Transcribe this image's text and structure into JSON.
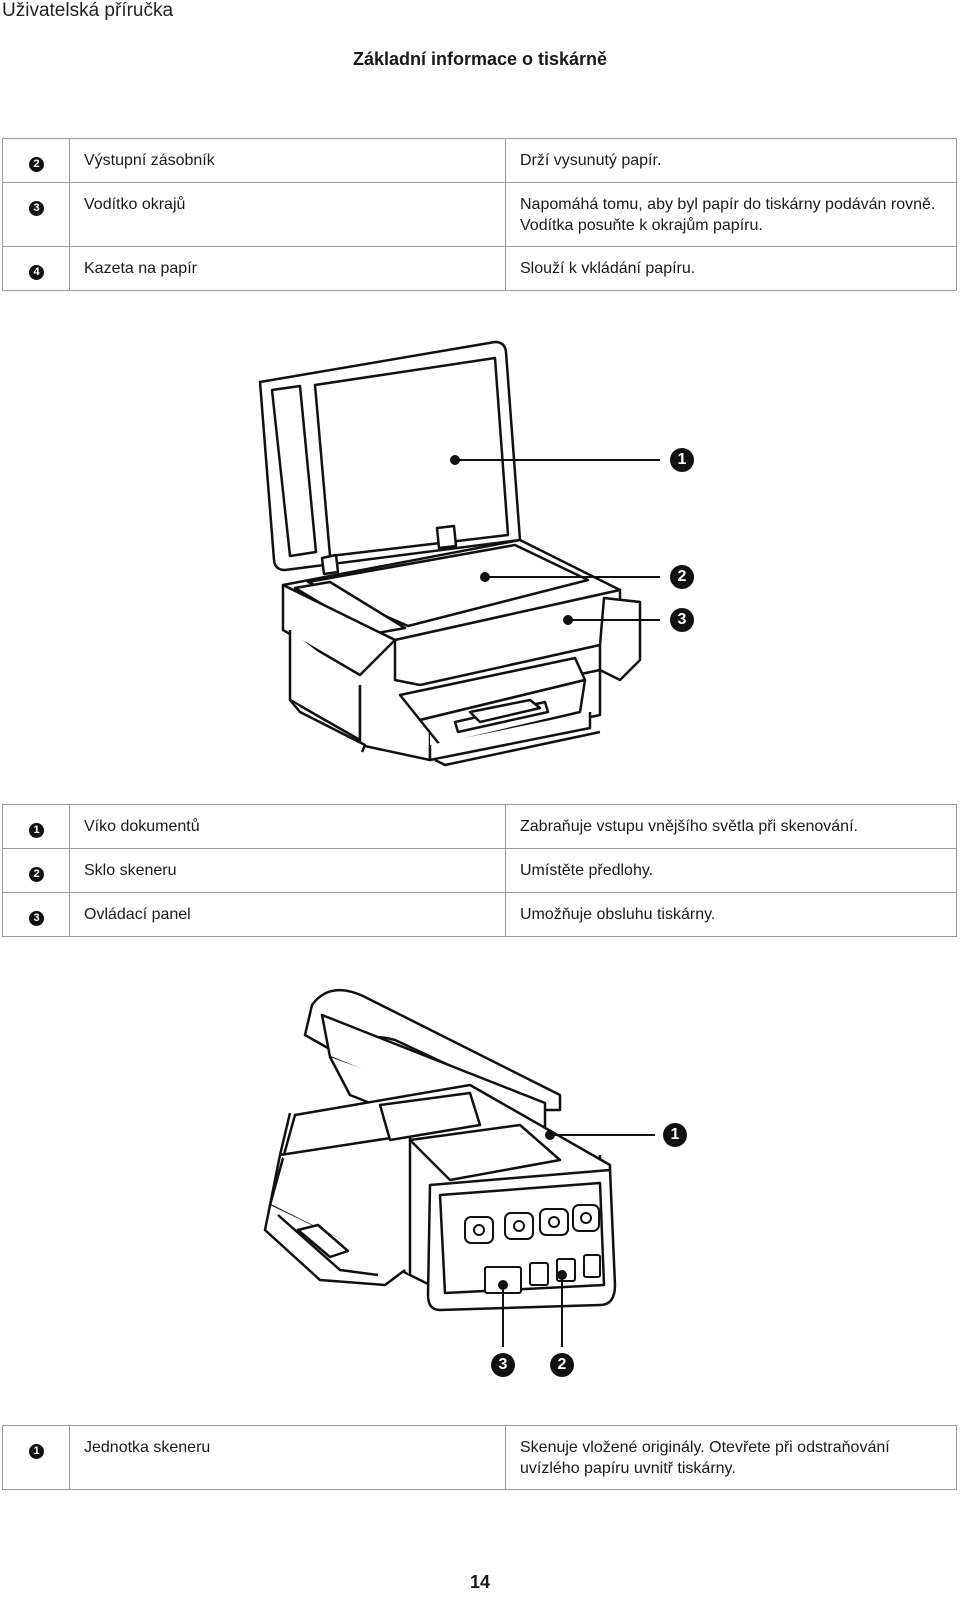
{
  "header": {
    "title": "Uživatelská příručka"
  },
  "section_title": "Základní informace o tiskárně",
  "table1": [
    {
      "num": "2",
      "name": "Výstupní zásobník",
      "desc": "Drží vysunutý papír."
    },
    {
      "num": "3",
      "name": "Vodítko okrajů",
      "desc": "Napomáhá tomu, aby byl papír do tiskárny podáván rovně. Vodítka posuňte k okrajům papíru."
    },
    {
      "num": "4",
      "name": "Kazeta na papír",
      "desc": "Slouží k vkládání papíru."
    }
  ],
  "figure1": {
    "callouts": [
      "1",
      "2",
      "3"
    ]
  },
  "table2": [
    {
      "num": "1",
      "name": "Víko dokumentů",
      "desc": "Zabraňuje vstupu vnějšího světla při skenování."
    },
    {
      "num": "2",
      "name": "Sklo skeneru",
      "desc": "Umístěte předlohy."
    },
    {
      "num": "3",
      "name": "Ovládací panel",
      "desc": "Umožňuje obsluhu tiskárny."
    }
  ],
  "figure2": {
    "callouts": [
      "1",
      "3",
      "2"
    ]
  },
  "table3": [
    {
      "num": "1",
      "name": "Jednotka skeneru",
      "desc": "Skenuje vložené originály. Otevřete při odstraňování uvízlého papíru uvnitř tiskárny."
    }
  ],
  "page_number": "14"
}
